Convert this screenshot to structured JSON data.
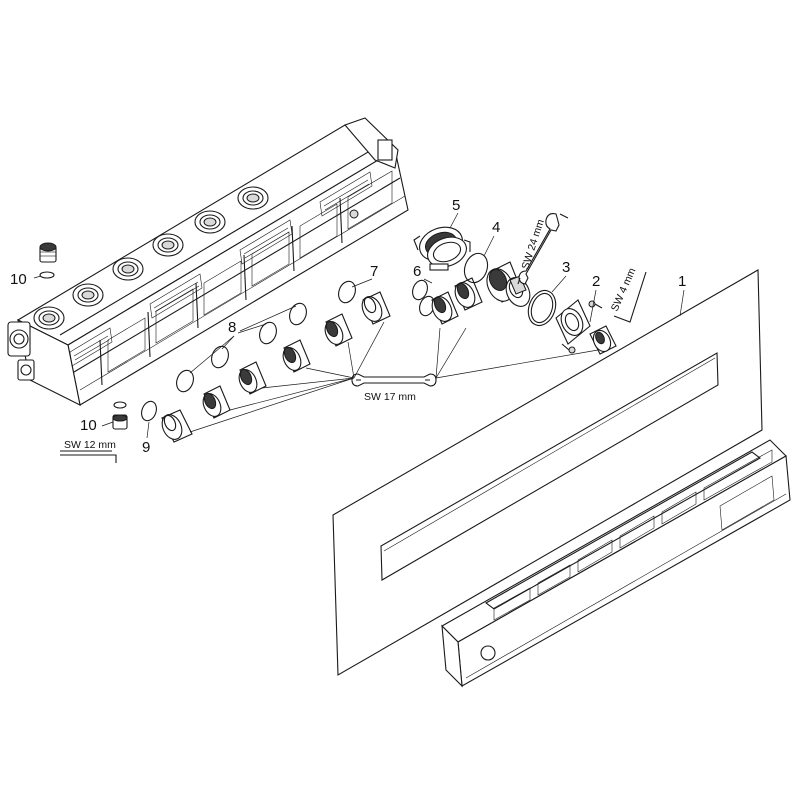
{
  "callouts": {
    "c1": "1",
    "c2": "2",
    "c3": "3",
    "c4": "4",
    "c5": "5",
    "c6": "6",
    "c7": "7",
    "c8": "8",
    "c9": "9",
    "c10a": "10",
    "c10b": "10"
  },
  "tools": {
    "sw24": "SW 24 mm",
    "sw4": "SW 4 mm",
    "sw17": "SW 17 mm",
    "sw12": "SW 12 mm"
  }
}
